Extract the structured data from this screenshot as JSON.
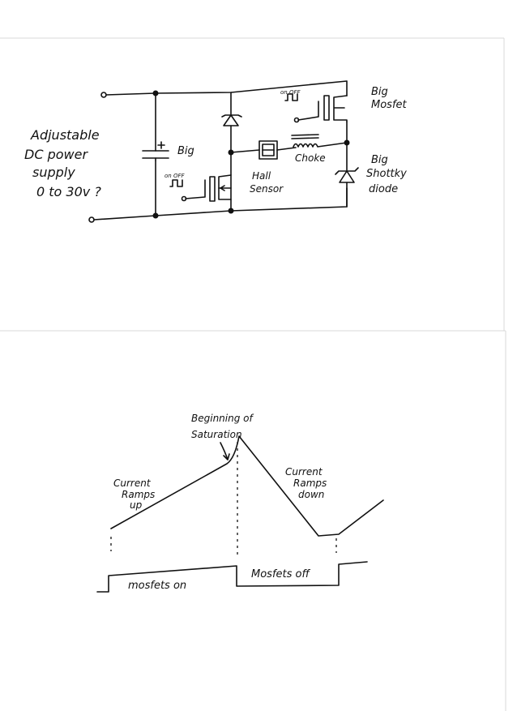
{
  "circuit": {
    "supply_label": [
      "Adjustable",
      "DC power",
      "supply",
      "0 to 30v ?"
    ],
    "capacitor_label": "Big",
    "lower_signal_label": "on OFF",
    "upper_signal_label": "on OFF",
    "hall_label": [
      "Hall",
      "Sensor"
    ],
    "choke_label": "Choke",
    "mosfet_label": [
      "Big",
      "Mosfet"
    ],
    "schottky_label": [
      "Big",
      "Shottky",
      "diode"
    ]
  },
  "waveform": {
    "saturation_label": [
      "Beginning of",
      "Saturation"
    ],
    "ramp_up_label": [
      "Current",
      "Ramps",
      "up"
    ],
    "ramp_down_label": [
      "Current",
      "Ramps",
      "down"
    ],
    "on_label": "mosfets on",
    "off_label": "Mosfets off"
  }
}
